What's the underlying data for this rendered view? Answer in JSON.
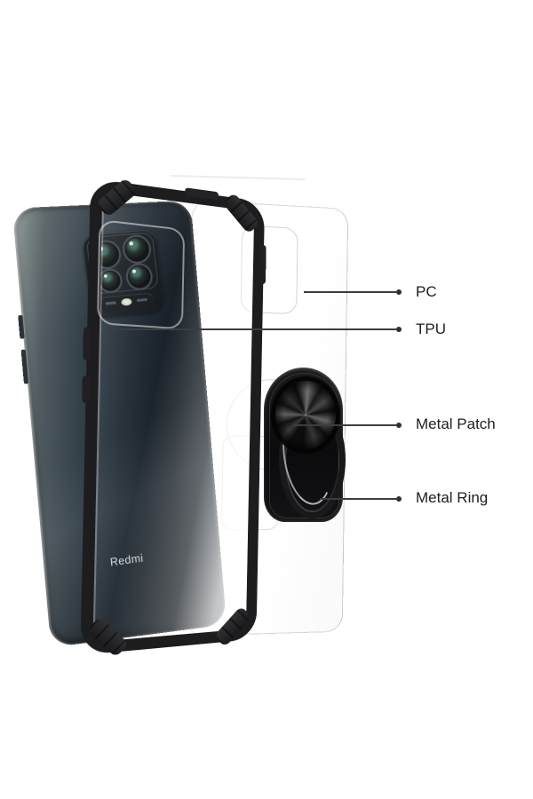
{
  "scene": {
    "background_color": "#ffffff",
    "type_note": "exploded product view of clear ring-holder phone case"
  },
  "phone": {
    "brand_label": "Redmi"
  },
  "callouts": [
    {
      "id": "pc",
      "label": "PC"
    },
    {
      "id": "tpu",
      "label": "TPU"
    },
    {
      "id": "metal-patch",
      "label": "Metal Patch"
    },
    {
      "id": "metal-ring",
      "label": "Metal Ring"
    }
  ],
  "palette": {
    "bumper_black": "#1d1d1f",
    "ring_black": "#111113",
    "phone_dark": "#141d26",
    "phone_light": "#97a19e",
    "plate_edge": "#d6d6d6",
    "callout_line": "#3d3d3d",
    "callout_text": "#1e1e1e",
    "lens_glint_teal": "#3f6b60"
  }
}
